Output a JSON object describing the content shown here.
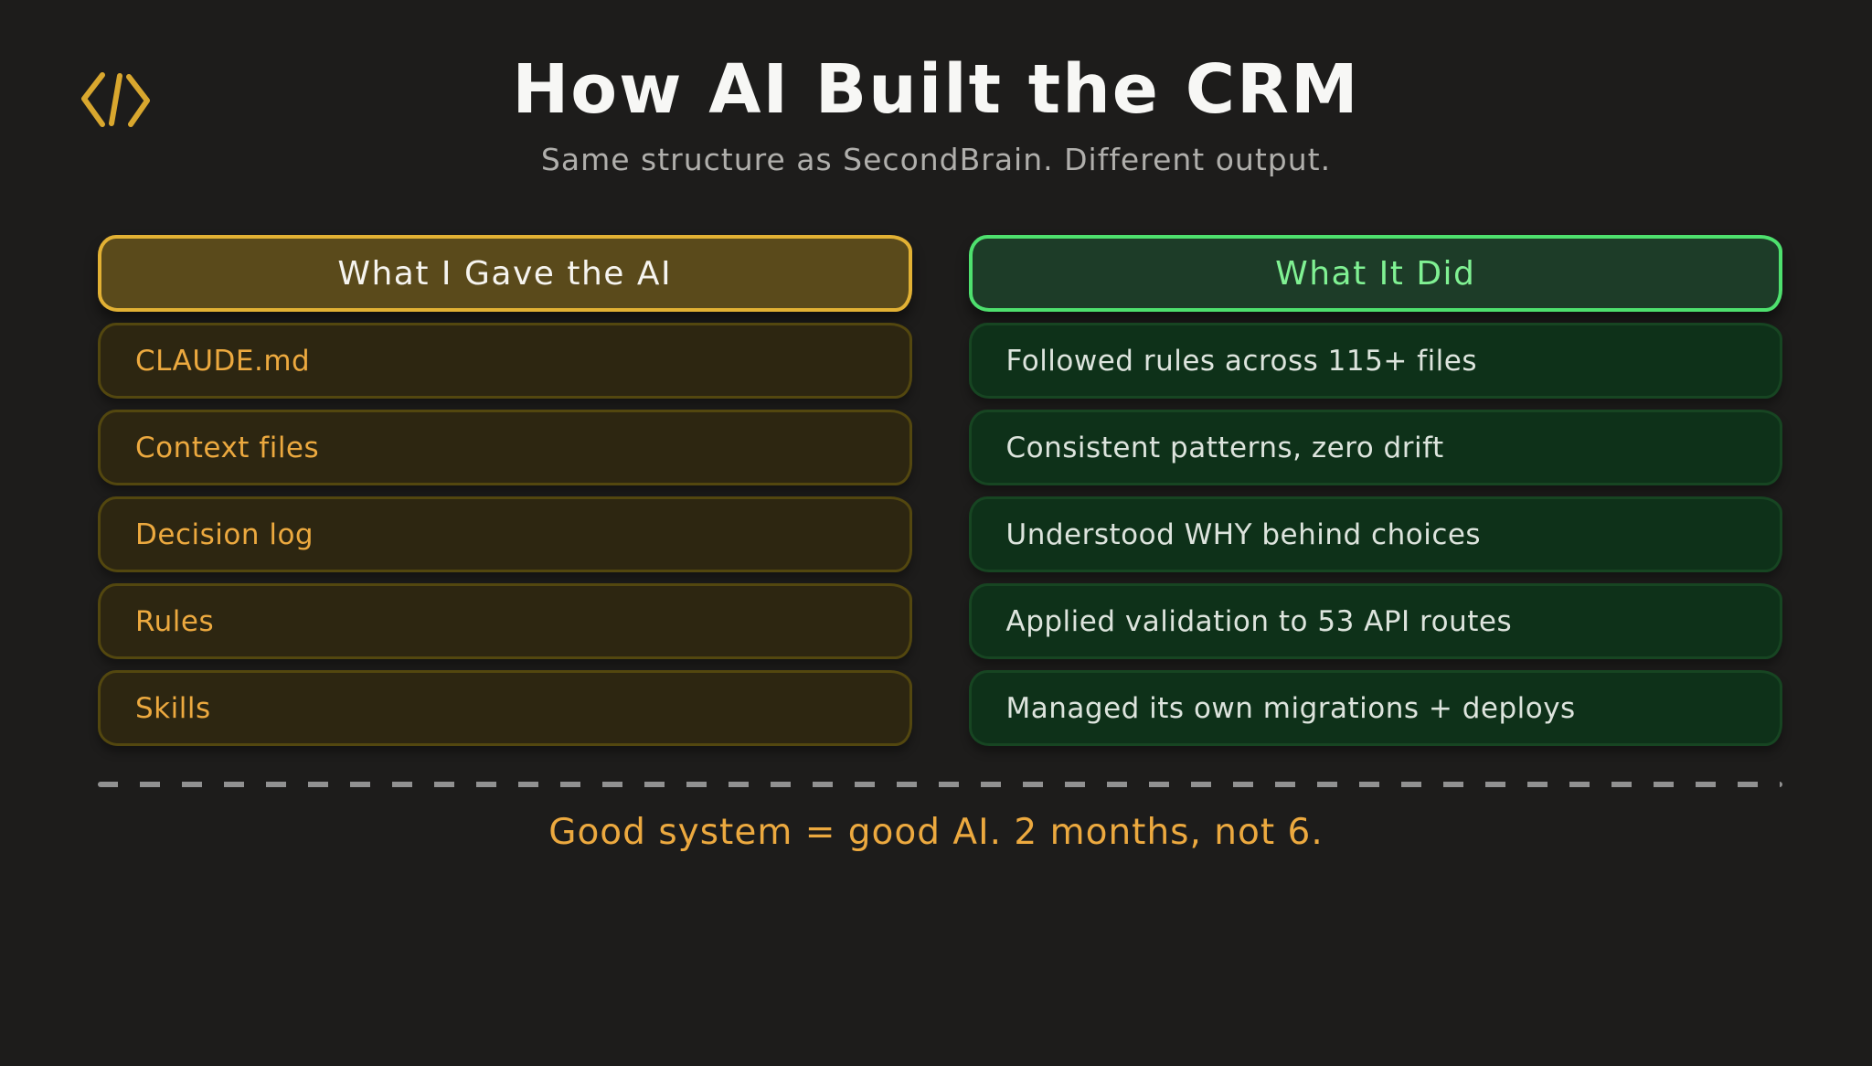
{
  "page": {
    "title": "How AI Built the CRM",
    "subtitle": "Same structure as SecondBrain. Different output.",
    "footer_quote": "Good system = good AI. 2 months, not 6."
  },
  "logo": {
    "icon": "code-slash-icon",
    "color": "#d9a72e"
  },
  "columns": {
    "left": {
      "header": "What I Gave the AI",
      "items": [
        "CLAUDE.md",
        "Context files",
        "Decision log",
        "Rules",
        "Skills"
      ],
      "accent": "#e2b134",
      "header_fill": "#5a4a1b",
      "item_fill": "#2d2611",
      "item_text_color": "#eca93f"
    },
    "right": {
      "header": "What It Did",
      "items": [
        "Followed rules across 115+ files",
        "Consistent patterns, zero drift",
        "Understood WHY behind choices",
        "Applied validation to 53 API routes",
        "Managed its own migrations + deploys"
      ],
      "accent": "#4ee06e",
      "header_fill": "#1d3c28",
      "header_text_color": "#80f193",
      "item_fill": "#0e3119",
      "item_text_color": "#dde4dd"
    }
  },
  "colors": {
    "background": "#1d1c1b",
    "title": "#f7f7f5",
    "subtitle": "#b0afac",
    "divider_dashes": "#919191",
    "quote": "#eca93f"
  }
}
